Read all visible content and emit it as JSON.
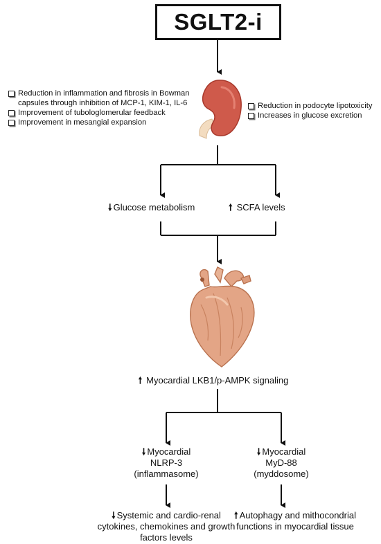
{
  "title": "SGLT2-i",
  "kidney": {
    "left_effects": [
      "Reduction in inflammation and fibrosis in Bowman capsules through inhibition of MCP-1, KIM-1, IL-6",
      "Improvement of tubologlomerular feedback",
      "Improvement in mesangial expansion"
    ],
    "right_effects": [
      "Reduction in podocyte lipotoxicity",
      "Increases in glucose excretion"
    ]
  },
  "level2": {
    "glucose": "Glucose metabolism",
    "scfa": "SCFA levels"
  },
  "heart_effect": "Myocardial LKB1/p-AMPK signaling",
  "nlrp3": {
    "line1": "Myocardial",
    "line2": "NLRP-3",
    "line3": "(inflammasome)"
  },
  "myd88": {
    "line1": "Myocardial",
    "line2": "MyD-88",
    "line3": "(myddosome)"
  },
  "outcome_left": {
    "line1": "Systemic and cardio-renal",
    "line2": "cytokines, chemokines and growth",
    "line3": "factors levels"
  },
  "outcome_right": {
    "line1": "Autophagy and mithocondrial",
    "line2": "functions in myocardial tissue"
  },
  "symbols": {
    "down": "🠗",
    "up": "🠕"
  },
  "colors": {
    "kidney": "#cf5a4b",
    "heart": "#e3a586",
    "line": "#111111"
  }
}
